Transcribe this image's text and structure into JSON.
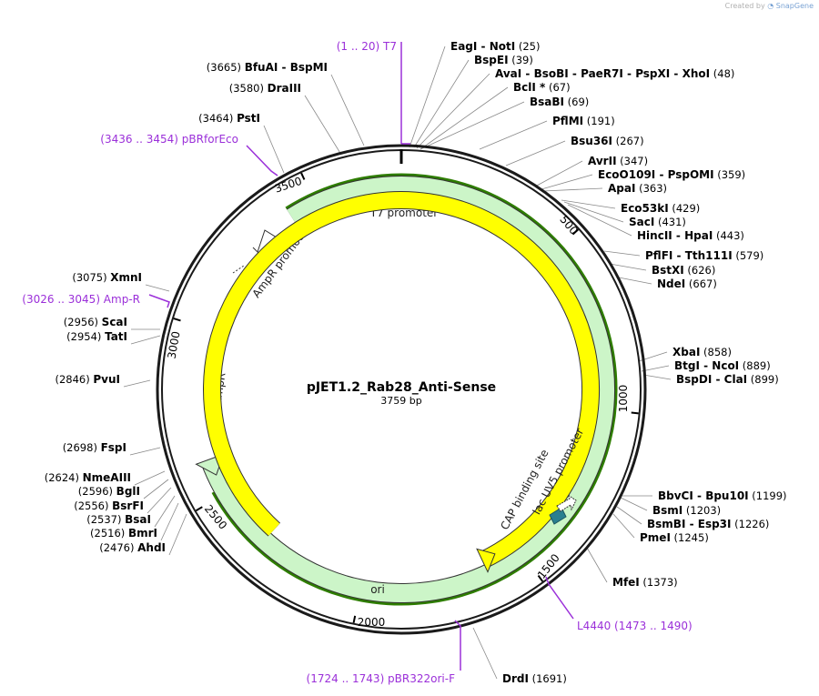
{
  "credit": {
    "prefix": "Created by",
    "brand": "SnapGene"
  },
  "plasmid": {
    "name": "pJET1.2_Rab28_Anti-Sense",
    "size_label": "3759 bp",
    "length": 3759
  },
  "ticks": [
    "500",
    "1000",
    "1500",
    "2000",
    "2500",
    "3000",
    "3500"
  ],
  "features": {
    "t7_promoter": "T7 promoter",
    "ampr_promoter": "AmpR promoter",
    "ampr": "AmpR",
    "ori": "ori",
    "cap_site": "CAP binding site",
    "lacuv5": "lac UV5 promoter"
  },
  "primers": [
    {
      "name": "T7",
      "range": "(1 .. 20)"
    },
    {
      "name": "pBRforEco",
      "range": "(3436 .. 3454)"
    },
    {
      "name": "Amp-R",
      "range": "(3026 .. 3045)"
    },
    {
      "name": "L4440",
      "range": "(1473 .. 1490)"
    },
    {
      "name": "pBR322ori-F",
      "range": "(1724 .. 1743)"
    }
  ],
  "right_sites": [
    {
      "names": [
        "EagI",
        "NotI"
      ],
      "pos": "(25)"
    },
    {
      "names": [
        "BspEI"
      ],
      "pos": "(39)"
    },
    {
      "names": [
        "AvaI",
        "BsoBI",
        "PaeR7I",
        "PspXI",
        "XhoI"
      ],
      "pos": "(48)"
    },
    {
      "names": [
        "BclI *"
      ],
      "pos": "(67)"
    },
    {
      "names": [
        "BsaBI"
      ],
      "pos": "(69)"
    },
    {
      "names": [
        "PflMI"
      ],
      "pos": "(191)"
    },
    {
      "names": [
        "Bsu36I"
      ],
      "pos": "(267)"
    },
    {
      "names": [
        "AvrII"
      ],
      "pos": "(347)"
    },
    {
      "names": [
        "EcoO109I",
        "PspOMI"
      ],
      "pos": "(359)"
    },
    {
      "names": [
        "ApaI"
      ],
      "pos": "(363)"
    },
    {
      "names": [
        "Eco53kI"
      ],
      "pos": "(429)"
    },
    {
      "names": [
        "SacI"
      ],
      "pos": "(431)"
    },
    {
      "names": [
        "HincII",
        "HpaI"
      ],
      "pos": "(443)"
    },
    {
      "names": [
        "PflFI",
        "Tth111I"
      ],
      "pos": "(579)"
    },
    {
      "names": [
        "BstXI"
      ],
      "pos": "(626)"
    },
    {
      "names": [
        "NdeI"
      ],
      "pos": "(667)"
    },
    {
      "names": [
        "XbaI"
      ],
      "pos": "(858)"
    },
    {
      "names": [
        "BtgI",
        "NcoI"
      ],
      "pos": "(889)"
    },
    {
      "names": [
        "BspDI",
        "ClaI"
      ],
      "pos": "(899)"
    },
    {
      "names": [
        "BbvCI",
        "Bpu10I"
      ],
      "pos": "(1199)"
    },
    {
      "names": [
        "BsmI"
      ],
      "pos": "(1203)"
    },
    {
      "names": [
        "BsmBI",
        "Esp3I"
      ],
      "pos": "(1226)"
    },
    {
      "names": [
        "PmeI"
      ],
      "pos": "(1245)"
    },
    {
      "names": [
        "MfeI"
      ],
      "pos": "(1373)"
    },
    {
      "names": [
        "DrdI"
      ],
      "pos": "(1691)"
    }
  ],
  "left_sites": [
    {
      "names": [
        "BfuAI",
        "BspMI"
      ],
      "pos": "(3665)"
    },
    {
      "names": [
        "DraIII"
      ],
      "pos": "(3580)"
    },
    {
      "names": [
        "PstI"
      ],
      "pos": "(3464)"
    },
    {
      "names": [
        "XmnI"
      ],
      "pos": "(3075)"
    },
    {
      "names": [
        "ScaI"
      ],
      "pos": "(2956)"
    },
    {
      "names": [
        "TatI"
      ],
      "pos": "(2954)"
    },
    {
      "names": [
        "PvuI"
      ],
      "pos": "(2846)"
    },
    {
      "names": [
        "FspI"
      ],
      "pos": "(2698)"
    },
    {
      "names": [
        "NmeAIII"
      ],
      "pos": "(2624)"
    },
    {
      "names": [
        "BglI"
      ],
      "pos": "(2596)"
    },
    {
      "names": [
        "BsrFI"
      ],
      "pos": "(2556)"
    },
    {
      "names": [
        "BsaI"
      ],
      "pos": "(2537)"
    },
    {
      "names": [
        "BmrI"
      ],
      "pos": "(2516)"
    },
    {
      "names": [
        "AhdI"
      ],
      "pos": "(2476)"
    }
  ],
  "colors": {
    "backbone": "#1a1a1a",
    "primer": "#9b30d9",
    "ampr_fill": "#ccf5c8",
    "ampr_highlight": "#2e7d00",
    "ori_fill": "#ffff00",
    "cap_fill": "#2a7f8f",
    "leader": "#888888"
  }
}
